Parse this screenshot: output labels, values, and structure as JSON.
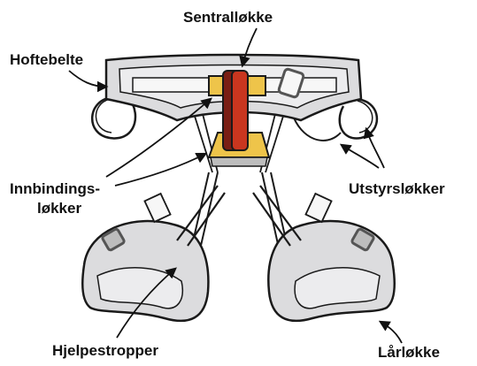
{
  "labels": {
    "center_loop": "Sentralløkke",
    "waist_belt": "Hoftebelte",
    "tie_in_points_line1": "Innbindings-",
    "tie_in_points_line2": "løkker",
    "gear_loops": "Utstyrsløkker",
    "elastic_straps": "Hjelpestropper",
    "leg_loop": "Lårløkke"
  },
  "colors": {
    "outline": "#1a1a1a",
    "padding_fill": "#dcdcde",
    "padding_inner": "#ececee",
    "webbing_white": "#f7f7f7",
    "center_loop_red": "#c9361f",
    "center_loop_dark": "#7a1e14",
    "tie_in_yellow": "#eec44a",
    "buckle_grey": "#888888"
  }
}
